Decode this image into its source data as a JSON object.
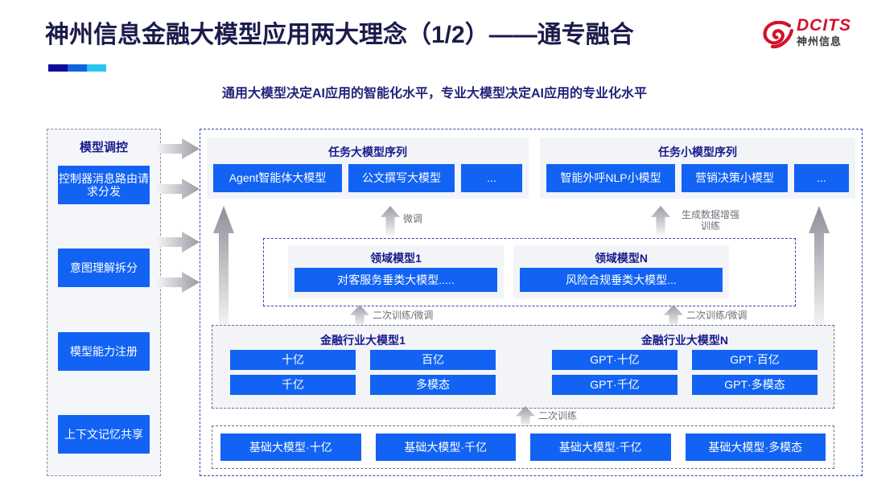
{
  "header": {
    "title": "神州信息金融大模型应用两大理念（1/2）——通专融合",
    "subtitle": "通用大模型决定AI应用的智能化水平，专业大模型决定AI应用的专业化水平",
    "logo_en": "DCITS",
    "logo_cn": "神州信息"
  },
  "colors": {
    "title": "#1b1b4b",
    "subtitle": "#23237a",
    "box_blue": "#1263f3",
    "group_title": "#1a1a8c",
    "logo_red": "#d3122a",
    "arrow_gray": "#9a9aa3",
    "rule": [
      "#120a9e",
      "#1263e0",
      "#2bc4f0"
    ]
  },
  "sidebar": {
    "title": "模型调控",
    "items": [
      {
        "label": "控制器消息路由请求分发"
      },
      {
        "label": "意图理解拆分"
      },
      {
        "label": "模型能力注册"
      },
      {
        "label": "上下文记忆共享"
      }
    ]
  },
  "diagram": {
    "task_sequences": [
      {
        "title": "任务大模型序列",
        "items": [
          "Agent智能体大模型",
          "公文撰写大模型",
          "..."
        ]
      },
      {
        "title": "任务小模型序列",
        "items": [
          "智能外呼NLP小模型",
          "营销决策小模型",
          "..."
        ]
      }
    ],
    "domain_models": [
      {
        "title": "领域模型1",
        "item": "对客服务垂类大模型....."
      },
      {
        "title": "领域模型N",
        "item": "风险合规垂类大模型..."
      }
    ],
    "industry_models": [
      {
        "title": "金融行业大模型1",
        "items": [
          "十亿",
          "百亿",
          "千亿",
          "多模态"
        ]
      },
      {
        "title": "金融行业大模型N",
        "items": [
          "GPT·十亿",
          "GPT·百亿",
          "GPT·千亿",
          "GPT·多模态"
        ]
      }
    ],
    "base_models": [
      "基础大模型·十亿",
      "基础大模型·千亿",
      "基础大模型·千亿",
      "基础大模型·多模态"
    ],
    "arrow_labels": {
      "finetune": "微调",
      "data_augment_line1": "生成数据增强",
      "data_augment_line2": "训练",
      "retrain_finetune_left": "二次训练/微调",
      "retrain_finetune_right": "二次训练/微调",
      "retrain": "二次训练"
    }
  }
}
